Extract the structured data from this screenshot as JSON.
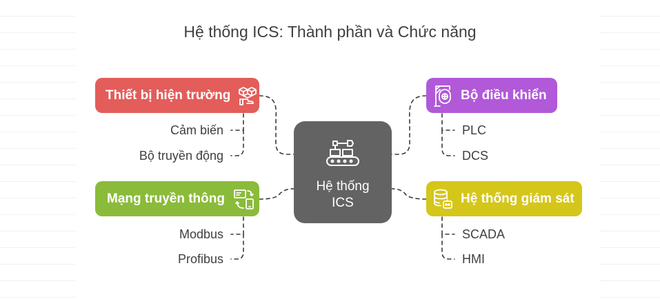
{
  "title": "Hệ thống ICS: Thành phần và Chức năng",
  "center": {
    "line1": "Hệ thống",
    "line2": "ICS",
    "icon": "robot-arm-conveyor-icon"
  },
  "branches": {
    "field_devices": {
      "label": "Thiết bị hiện trường",
      "color": "#e35d5a",
      "icon": "boxes-hand-icon",
      "items": [
        "Cảm biến",
        "Bộ truyền động"
      ]
    },
    "network": {
      "label": "Mạng truyền thông",
      "color": "#8bbb3a",
      "icon": "devices-sync-icon",
      "items": [
        "Modbus",
        "Profibus"
      ]
    },
    "controller": {
      "label": "Bộ điều khiển",
      "color": "#b159d9",
      "icon": "crane-controller-icon",
      "items": [
        "PLC",
        "DCS"
      ]
    },
    "monitoring": {
      "label": "Hệ thống giám sát",
      "color": "#d5c61a",
      "icon": "database-robot-icon",
      "items": [
        "SCADA",
        "HMI"
      ]
    }
  }
}
